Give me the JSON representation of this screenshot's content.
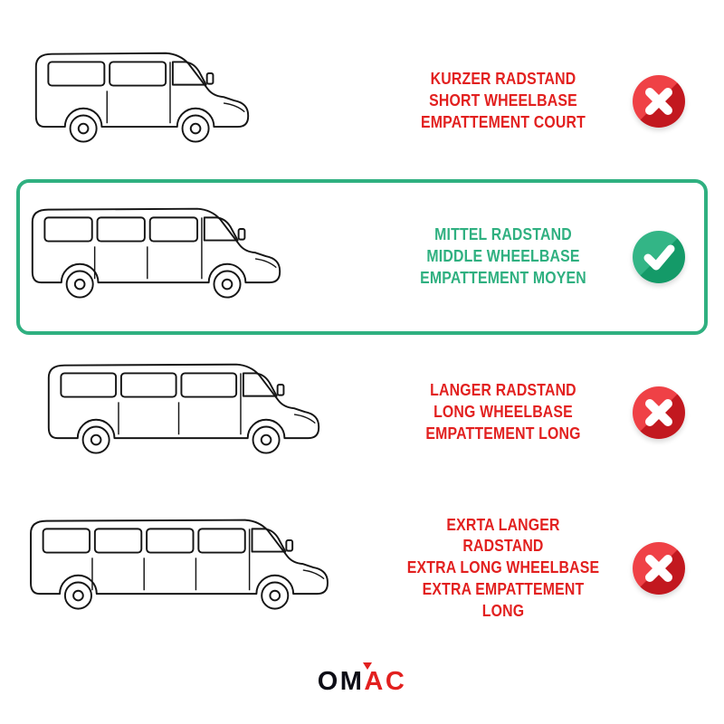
{
  "page": {
    "background": "#ffffff"
  },
  "colors": {
    "red": "#e2201f",
    "green": "#2fb080",
    "line_art": "#151515"
  },
  "rows": [
    {
      "name": "short-wheelbase",
      "lines": [
        "KURZER RADSTAND",
        "SHORT WHEELBASE",
        "EMPATTEMENT COURT"
      ],
      "status": "not-compatible",
      "icon": "x-icon",
      "color": "#e2201f",
      "selected": false
    },
    {
      "name": "middle-wheelbase",
      "lines": [
        "MITTEL RADSTAND",
        "MIDDLE WHEELBASE",
        "EMPATTEMENT MOYEN"
      ],
      "status": "compatible",
      "icon": "check-icon",
      "color": "#2fb080",
      "selected": true
    },
    {
      "name": "long-wheelbase",
      "lines": [
        "LANGER RADSTAND",
        "LONG WHEELBASE",
        "EMPATTEMENT LONG"
      ],
      "status": "not-compatible",
      "icon": "x-icon",
      "color": "#e2201f",
      "selected": false
    },
    {
      "name": "extra-long-wheelbase",
      "lines": [
        "EXRTA LANGER RADSTAND",
        "EXTRA LONG WHEELBASE",
        "EXTRA EMPATTEMENT LONG"
      ],
      "status": "not-compatible",
      "icon": "x-icon",
      "color": "#e2201f",
      "selected": false
    }
  ],
  "logo": {
    "text_dark": "OM",
    "text_red": "AC",
    "mark": "red-triangle"
  }
}
